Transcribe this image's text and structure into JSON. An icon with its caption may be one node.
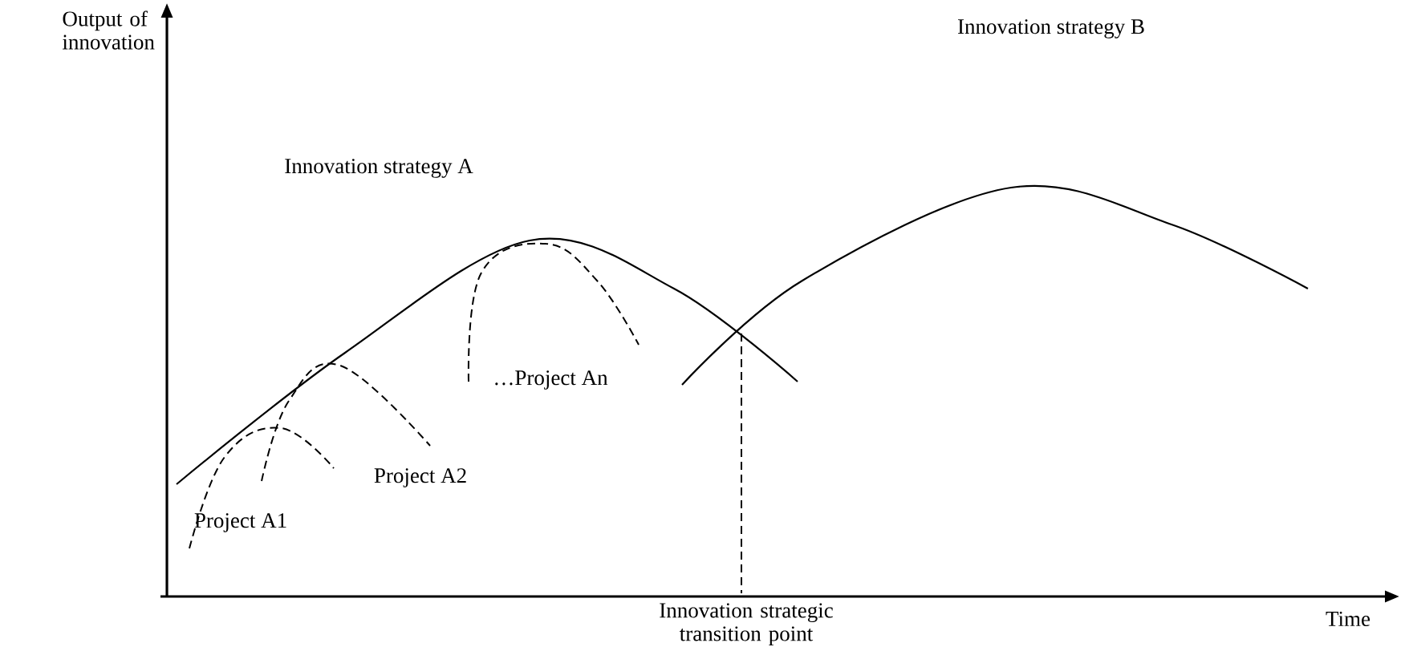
{
  "diagram": {
    "labels": [
      "Output of innovation",
      "Innovation strategy B",
      "Innovation strategy A",
      "…Project An",
      "Project A2",
      "Project A1",
      "Innovation strategic transition point",
      "Time"
    ]
  }
}
